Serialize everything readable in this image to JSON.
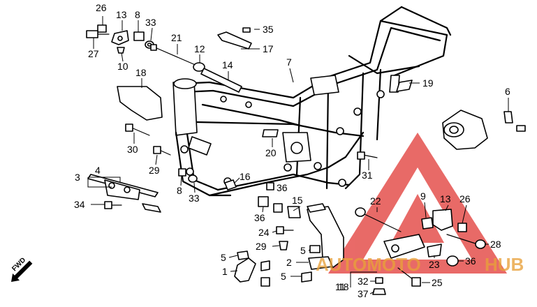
{
  "callouts": [
    "26",
    "13",
    "8",
    "33",
    "27",
    "10",
    "21",
    "12",
    "35",
    "17",
    "7",
    "14",
    "18",
    "19",
    "6",
    "30",
    "20",
    "29",
    "3",
    "4",
    "16",
    "8",
    "33",
    "36",
    "31",
    "15",
    "34",
    "36",
    "22",
    "9",
    "13",
    "26",
    "24",
    "29",
    "28",
    "5",
    "5",
    "2",
    "23",
    "36",
    "1",
    "5",
    "18",
    "25",
    "11",
    "32",
    "37"
  ],
  "forward_label": "FWD",
  "watermark": {
    "text_a": "AUTOMOTO",
    "text_b": "HUB",
    "color_red": "#e0312e",
    "color_gold": "#e8a13a"
  }
}
